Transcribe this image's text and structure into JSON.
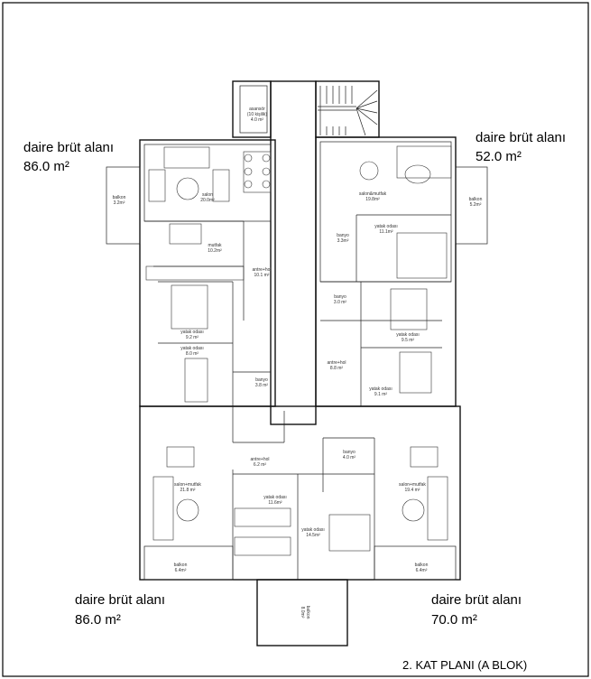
{
  "title": "2. KAT PLANI (A BLOK)",
  "apartments": [
    {
      "label": "daire brüt alanı",
      "area": "86.0 m²"
    },
    {
      "label": "daire brüt alanı",
      "area": "52.0 m²"
    },
    {
      "label": "daire brüt alanı",
      "area": "86.0 m²"
    },
    {
      "label": "daire brüt alanı",
      "area": "70.0 m²"
    }
  ],
  "rooms": {
    "elevator": {
      "name": "asansör",
      "capacity": "(10 kişilik)",
      "area": "4.0 m²"
    },
    "tl_salon": {
      "name": "salon",
      "area": "20.0m²"
    },
    "tl_mutfak": {
      "name": "mutfak",
      "area": "10.2m²"
    },
    "tl_antre": {
      "name": "antre+hol",
      "area": "10.1 m²"
    },
    "tl_yatak1": {
      "name": "yatak odası",
      "area": "9.2 m²"
    },
    "tl_yatak2": {
      "name": "yatak odası",
      "area": "8.0 m²"
    },
    "tl_banyo": {
      "name": "banyo",
      "area": "3.8 m²"
    },
    "tl_balkon": {
      "name": "balkon",
      "area": "3.2m²"
    },
    "tr_salon": {
      "name": "salon&mutfak",
      "area": "19.8m²"
    },
    "tr_yatak": {
      "name": "yatak odası",
      "area": "11.1m²"
    },
    "tr_banyo": {
      "name": "banyo",
      "area": "3.3m²"
    },
    "tr_balkon": {
      "name": "balkon",
      "area": "5.2m²"
    },
    "mr_banyo": {
      "name": "banyo",
      "area": "3.0 m²"
    },
    "mr_yatak1": {
      "name": "yatak odası",
      "area": "9.5 m²"
    },
    "mr_antre": {
      "name": "antre+hol",
      "area": "8.8 m²"
    },
    "mr_yatak2": {
      "name": "yatak odası",
      "area": "9.1 m²"
    },
    "b_antre": {
      "name": "antre+hol",
      "area": "6.2 m²"
    },
    "b_banyo": {
      "name": "banyo",
      "area": "4.0 m²"
    },
    "bl_salon": {
      "name": "salon+mutfak",
      "area": "21.8 m²"
    },
    "b_yatak1": {
      "name": "yatak odası",
      "area": "11.6m²"
    },
    "b_yatak2": {
      "name": "yatak odası",
      "area": "14.5m²"
    },
    "br_salon": {
      "name": "salon+mutfak",
      "area": "19.4 m²"
    },
    "bl_balkon": {
      "name": "balkon",
      "area": "6.4m²"
    },
    "br_balkon": {
      "name": "balkon",
      "area": "6.4m²"
    },
    "bm_balkon": {
      "name": "balkon",
      "area": "8.0m²"
    }
  }
}
